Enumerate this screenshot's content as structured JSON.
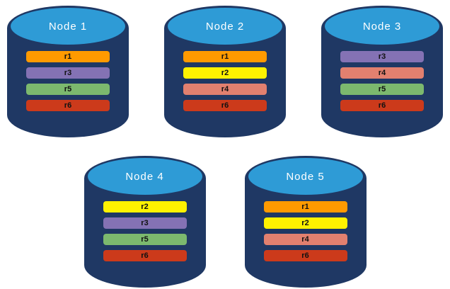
{
  "style": {
    "cylinder_body_color": "#1F3864",
    "cylinder_top_color": "#2E9BD6"
  },
  "nodes": [
    {
      "title": "Node 1",
      "replicas": [
        {
          "label": "r1",
          "color": "#FF9A00"
        },
        {
          "label": "r3",
          "color": "#8472B4"
        },
        {
          "label": "r5",
          "color": "#7CB96E"
        },
        {
          "label": "r6",
          "color": "#CC3A1B"
        }
      ]
    },
    {
      "title": "Node 2",
      "replicas": [
        {
          "label": "r1",
          "color": "#FF9A00"
        },
        {
          "label": "r2",
          "color": "#FFF200"
        },
        {
          "label": "r4",
          "color": "#E2806F"
        },
        {
          "label": "r6",
          "color": "#CC3A1B"
        }
      ]
    },
    {
      "title": "Node 3",
      "replicas": [
        {
          "label": "r3",
          "color": "#8472B4"
        },
        {
          "label": "r4",
          "color": "#E2806F"
        },
        {
          "label": "r5",
          "color": "#7CB96E"
        },
        {
          "label": "r6",
          "color": "#CC3A1B"
        }
      ]
    },
    {
      "title": "Node 4",
      "replicas": [
        {
          "label": "r2",
          "color": "#FFF200"
        },
        {
          "label": "r3",
          "color": "#8472B4"
        },
        {
          "label": "r5",
          "color": "#7CB96E"
        },
        {
          "label": "r6",
          "color": "#CC3A1B"
        }
      ]
    },
    {
      "title": "Node 5",
      "replicas": [
        {
          "label": "r1",
          "color": "#FF9A00"
        },
        {
          "label": "r2",
          "color": "#FFF200"
        },
        {
          "label": "r4",
          "color": "#E2806F"
        },
        {
          "label": "r6",
          "color": "#CC3A1B"
        }
      ]
    }
  ]
}
